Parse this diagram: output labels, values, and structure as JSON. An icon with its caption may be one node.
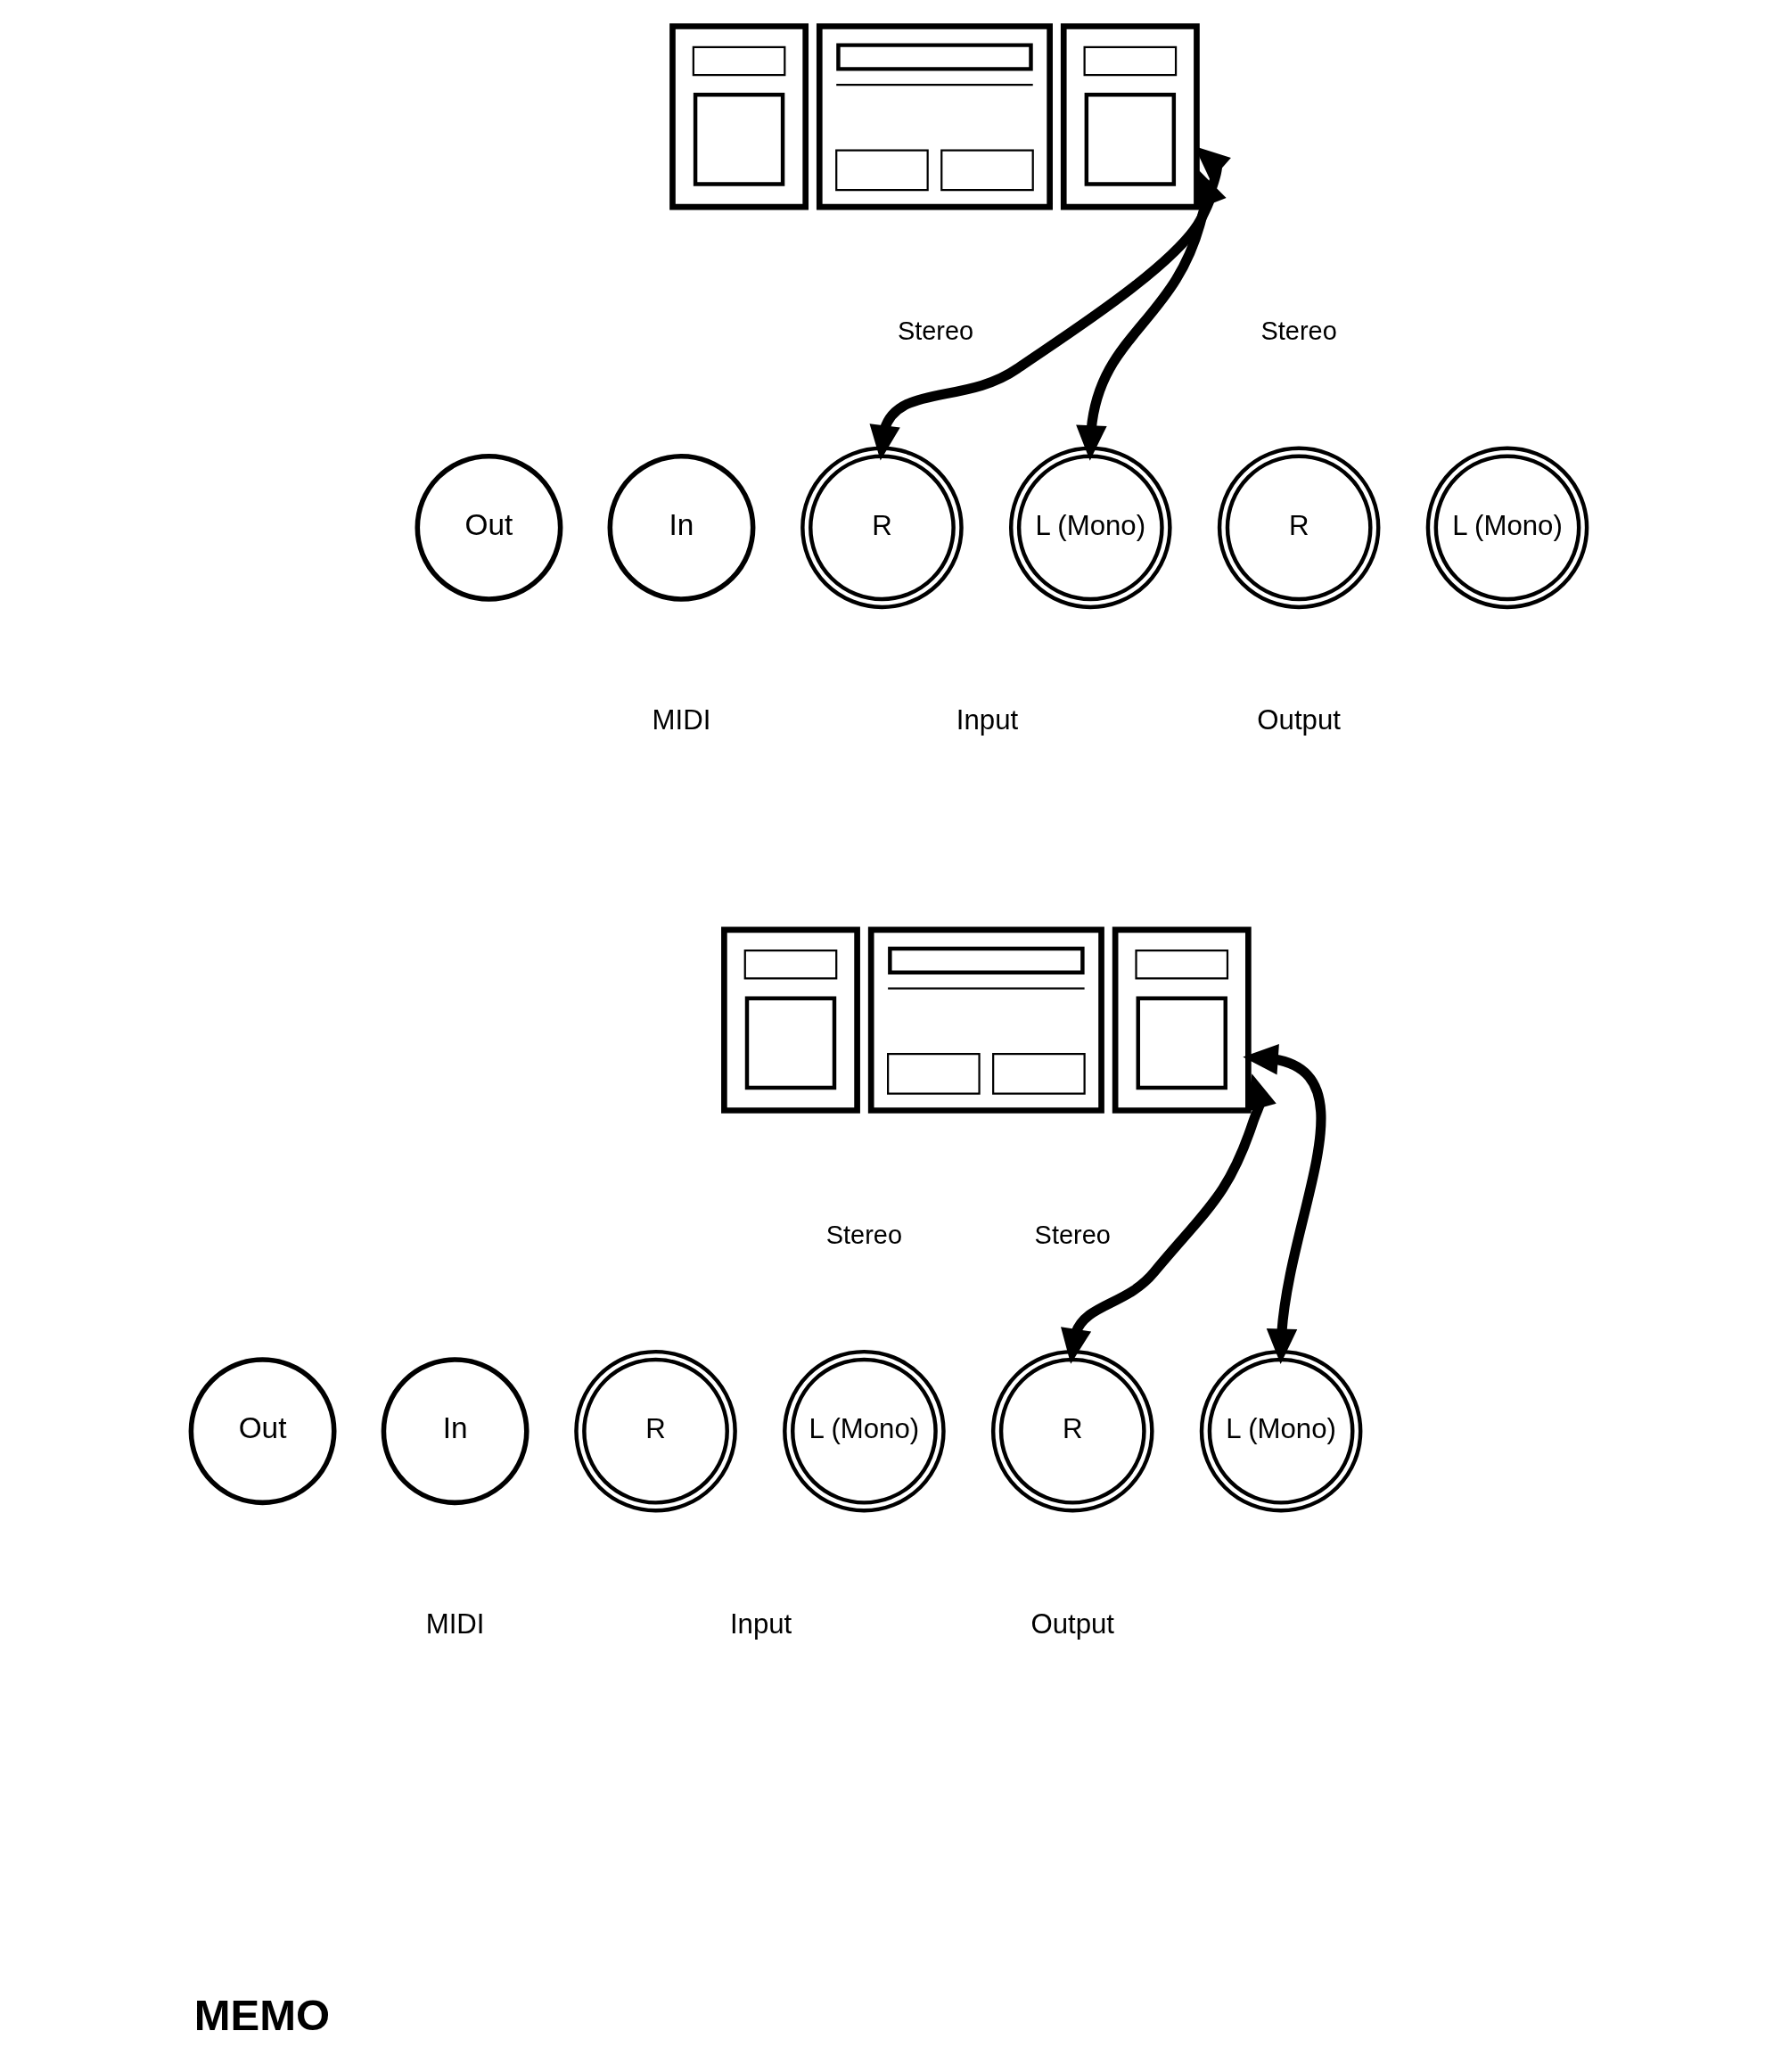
{
  "diagram": {
    "nodes": [
      {
        "text": [],
        "shape": "picture"
      },
      {
        "text": [
          "Out"
        ]
      },
      {
        "text": [
          "In"
        ]
      },
      {
        "text": [
          "R"
        ]
      },
      {
        "text": [
          "L (Mono)"
        ]
      },
      {
        "text": [
          "R"
        ]
      },
      {
        "text": [
          "L (Mono)"
        ]
      },
      {
        "text": [],
        "shape": "picture"
      },
      {
        "text": [
          "Out"
        ]
      },
      {
        "text": [
          "In"
        ]
      },
      {
        "text": [
          "R"
        ]
      },
      {
        "text": [
          "L (Mono)"
        ]
      },
      {
        "text": [
          "R"
        ]
      },
      {
        "text": [
          "L (Mono)"
        ]
      }
    ],
    "edges": [
      {
        "from": 0,
        "to": 3,
        "arrow": "both"
      },
      {
        "from": 0,
        "to": 4,
        "arrow": "both"
      },
      {
        "from": 7,
        "to": 12,
        "arrow": "both"
      },
      {
        "from": 7,
        "to": 13,
        "arrow": "both"
      }
    ],
    "labels": [
      "Stereo",
      "Stereo",
      "MIDI",
      "Input",
      "Output",
      "Stereo",
      "Stereo",
      "MIDI",
      "Input",
      "Output",
      "MEMO"
    ]
  }
}
